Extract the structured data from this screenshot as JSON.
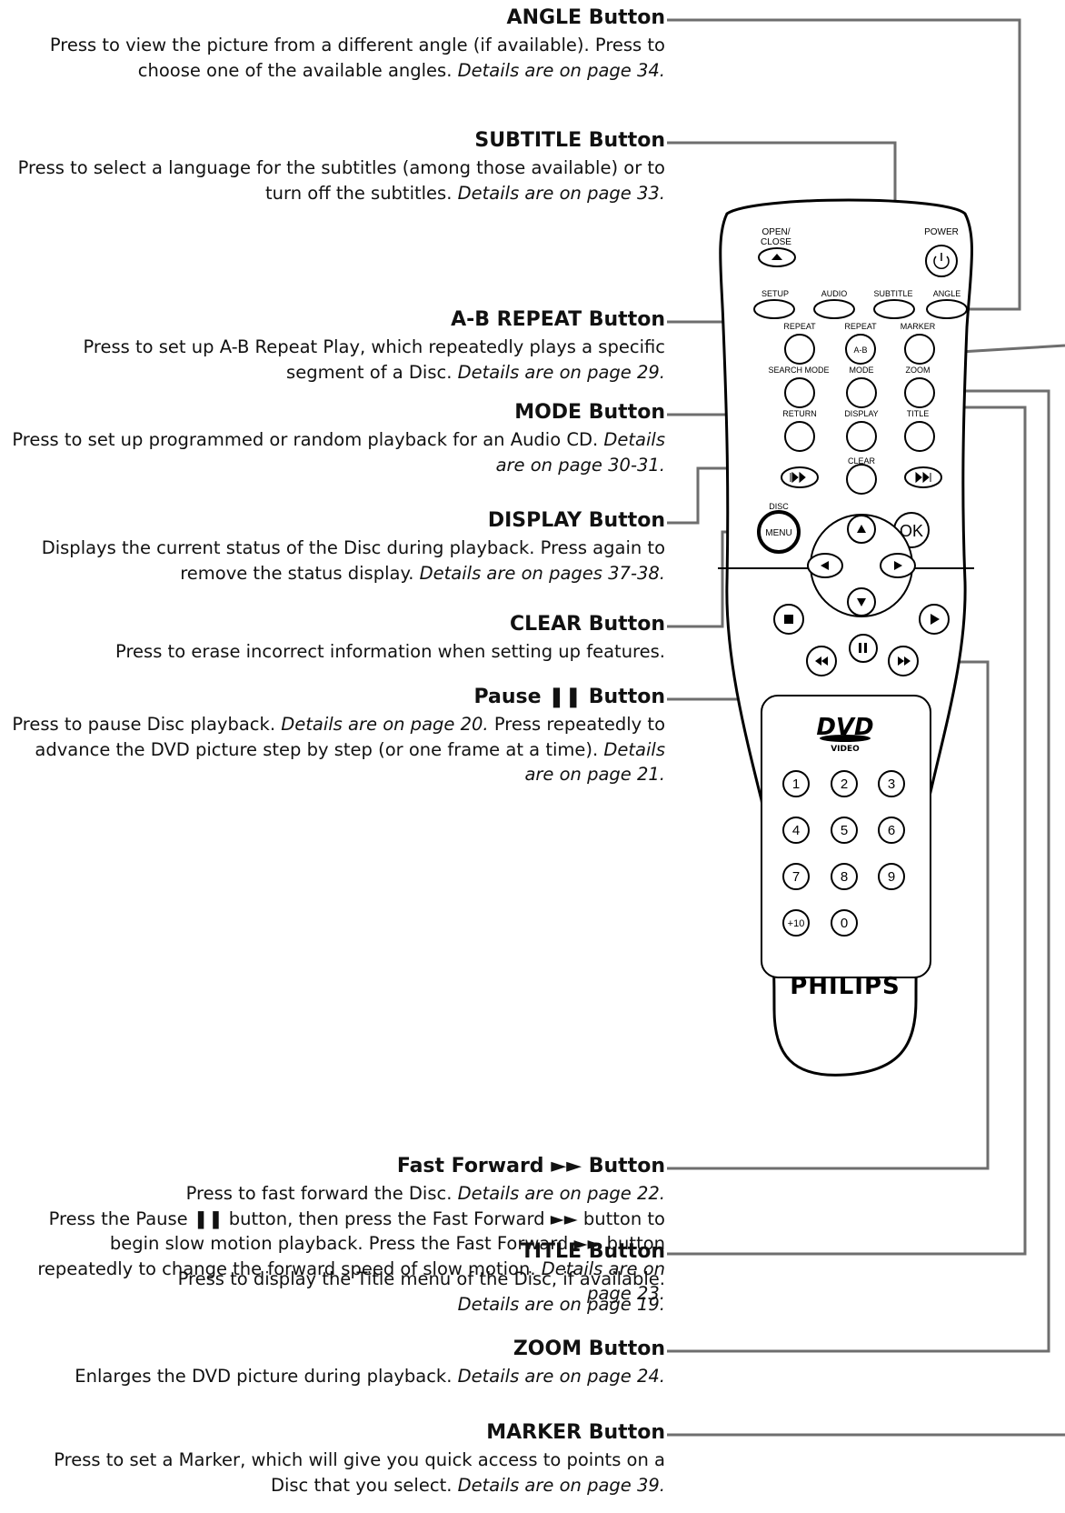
{
  "entries": [
    {
      "id": "angle",
      "title": "ANGLE Button",
      "desc": "Press to view the picture from a different angle (if available). Press to choose one of the available angles.",
      "details": "Details are on page 34."
    },
    {
      "id": "subtitle",
      "title": "SUBTITLE Button",
      "desc": "Press to select a language for the subtitles (among those available) or to turn off the subtitles.",
      "details": "Details are on page 33."
    },
    {
      "id": "abrepeat",
      "title": "A-B REPEAT Button",
      "desc": "Press to set up A-B Repeat Play, which repeatedly plays a specific segment of a Disc.",
      "details": "Details are on page 29."
    },
    {
      "id": "mode",
      "title": "MODE Button",
      "desc": "Press to set up programmed or random playback for an Audio CD.",
      "details": "Details are on page 30-31."
    },
    {
      "id": "display",
      "title": "DISPLAY Button",
      "desc": "Displays the current status of the Disc during playback. Press again to remove the status display.",
      "details": "Details are on pages 37-38."
    },
    {
      "id": "clear",
      "title": "CLEAR Button",
      "desc": "Press to erase incorrect information when setting up features.",
      "details": ""
    },
    {
      "id": "pause",
      "title_pre": "Pause",
      "title_sym": "❚❚",
      "title_post": "Button",
      "desc": "Press to pause Disc playback.",
      "details": "Details are on page 20.",
      "desc2": "Press repeatedly to advance the DVD picture step by step (or one frame at a time).",
      "details2": "Details are on page 21."
    },
    {
      "id": "ff",
      "title_pre": "Fast Forward",
      "title_sym": "►►",
      "title_post": "Button",
      "desc": "Press to fast forward the Disc.",
      "details": "Details are on page 22.",
      "desc2": "Press the Pause ❚❚ button, then press the Fast Forward ►► button to begin slow motion playback. Press the Fast Forward ►► button repeatedly to change the forward speed of slow motion.",
      "details2": "Details are on page 23."
    },
    {
      "id": "title",
      "title": "TITLE Button",
      "desc": "Press to display the Title menu of the Disc, if available.",
      "details": "Details are on page 19."
    },
    {
      "id": "zoom",
      "title": "ZOOM Button",
      "desc": "Enlarges the DVD picture during playback.",
      "details": "Details are on page 24."
    },
    {
      "id": "marker",
      "title": "MARKER Button",
      "desc": "Press to set a Marker, which will give you quick access to points on a Disc that you select.",
      "details": "Details are on page 39."
    }
  ],
  "remote": {
    "open_close": "OPEN/\nCLOSE",
    "power": "POWER",
    "setup": "SETUP",
    "audio": "AUDIO",
    "subtitle": "SUBTITLE",
    "angle": "ANGLE",
    "repeat": "REPEAT",
    "repeat_ab": "REPEAT",
    "ab": "A-B",
    "marker": "MARKER",
    "search_mode": "SEARCH MODE",
    "mode": "MODE",
    "zoom": "ZOOM",
    "return": "RETURN",
    "display": "DISPLAY",
    "title": "TITLE",
    "clear": "CLEAR",
    "disc": "DISC",
    "menu": "MENU",
    "ok": "OK",
    "logo_dvd": "DVD",
    "logo_video": "VIDEO",
    "brand": "PHILIPS",
    "digits": [
      "1",
      "2",
      "3",
      "4",
      "5",
      "6",
      "7",
      "8",
      "9",
      "+10",
      "0"
    ]
  }
}
